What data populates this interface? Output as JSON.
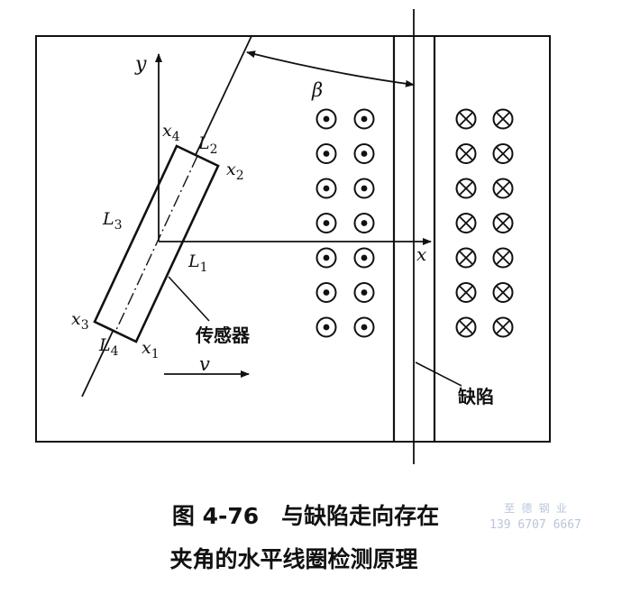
{
  "diagram": {
    "axis_y": "y",
    "axis_x": "x",
    "angle_label": "β",
    "sensor_label": "传感器",
    "defect_label": "缺陷",
    "velocity_label": "v",
    "corners": {
      "x1": {
        "base": "x",
        "sub": "1"
      },
      "x2": {
        "base": "x",
        "sub": "2"
      },
      "x3": {
        "base": "x",
        "sub": "3"
      },
      "x4": {
        "base": "x",
        "sub": "4"
      }
    },
    "sides": {
      "L1": {
        "base": "L",
        "sub": "1"
      },
      "L2": {
        "base": "L",
        "sub": "2"
      },
      "L3": {
        "base": "L",
        "sub": "3"
      },
      "L4": {
        "base": "L",
        "sub": "4"
      }
    },
    "current_out_symbols": {
      "columns": 2,
      "rows": 7
    },
    "current_in_symbols": {
      "columns": 2,
      "rows": 7
    }
  },
  "caption": {
    "line1": "图 4-76　与缺陷走向存在",
    "line2": "夹角的水平线圈检测原理"
  },
  "watermark": {
    "name": "至 德 钢 业",
    "phone": "139 6707 6667"
  },
  "colors": {
    "ink": "#111111",
    "watermark": "#b9c6d8"
  }
}
